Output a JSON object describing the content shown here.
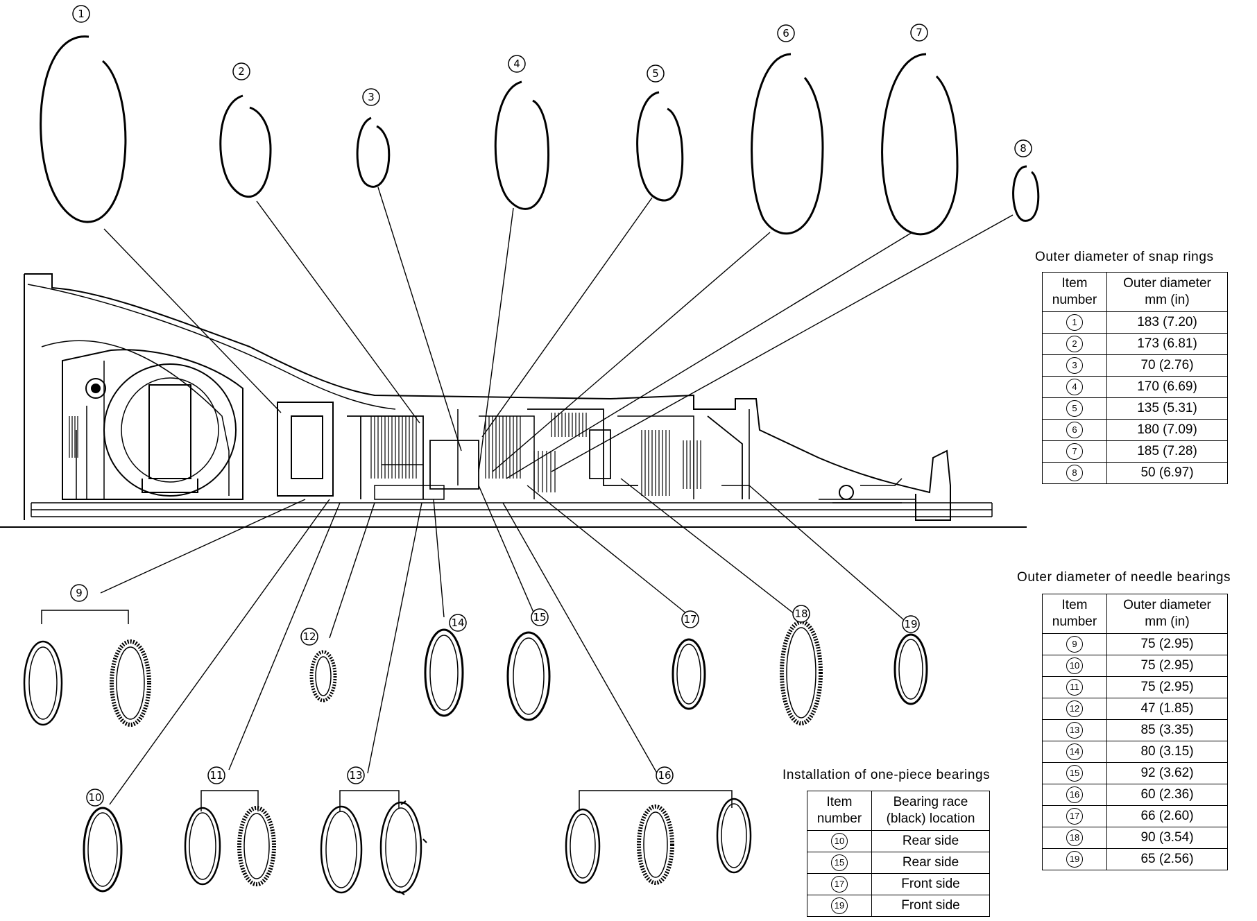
{
  "snap_rings": {
    "title": "Outer diameter of snap rings",
    "headers": {
      "item": "Item number",
      "diameter": "Outer diameter mm (in)"
    },
    "rows": [
      {
        "item": "1",
        "value": "183 (7.20)"
      },
      {
        "item": "2",
        "value": "173 (6.81)"
      },
      {
        "item": "3",
        "value": "70 (2.76)"
      },
      {
        "item": "4",
        "value": "170 (6.69)"
      },
      {
        "item": "5",
        "value": "135 (5.31)"
      },
      {
        "item": "6",
        "value": "180 (7.09)"
      },
      {
        "item": "7",
        "value": "185 (7.28)"
      },
      {
        "item": "8",
        "value": "50 (6.97)"
      }
    ]
  },
  "needle_bearings": {
    "title": "Outer diameter of needle bearings",
    "headers": {
      "item": "Item number",
      "diameter": "Outer diameter mm (in)"
    },
    "rows": [
      {
        "item": "9",
        "value": "75 (2.95)"
      },
      {
        "item": "10",
        "value": "75 (2.95)"
      },
      {
        "item": "11",
        "value": "75 (2.95)"
      },
      {
        "item": "12",
        "value": "47 (1.85)"
      },
      {
        "item": "13",
        "value": "85 (3.35)"
      },
      {
        "item": "14",
        "value": "80 (3.15)"
      },
      {
        "item": "15",
        "value": "92 (3.62)"
      },
      {
        "item": "16",
        "value": "60 (2.36)"
      },
      {
        "item": "17",
        "value": "66 (2.60)"
      },
      {
        "item": "18",
        "value": "90 (3.54)"
      },
      {
        "item": "19",
        "value": "65 (2.56)"
      }
    ]
  },
  "one_piece": {
    "title": "Installation of one-piece bearings",
    "headers": {
      "item": "Item number",
      "location": "Bearing race (black) location"
    },
    "rows": [
      {
        "item": "10",
        "value": "Rear side"
      },
      {
        "item": "15",
        "value": "Rear side"
      },
      {
        "item": "17",
        "value": "Front side"
      },
      {
        "item": "19",
        "value": "Front side"
      }
    ]
  },
  "callouts": [
    "1",
    "2",
    "3",
    "4",
    "5",
    "6",
    "7",
    "8",
    "9",
    "10",
    "11",
    "12",
    "13",
    "14",
    "15",
    "16",
    "17",
    "18",
    "19"
  ]
}
